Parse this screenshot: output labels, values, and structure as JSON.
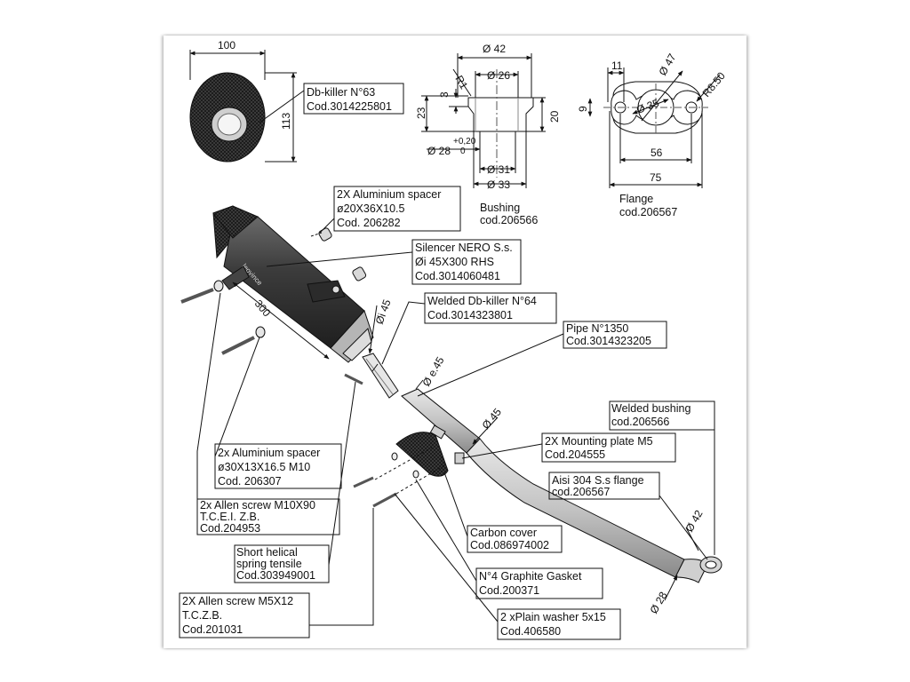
{
  "dims": {
    "dbk_width": "100",
    "dbk_height": "113",
    "bush_d42": "Ø 42",
    "bush_d26": "Ø 26",
    "bush_r1": "R1",
    "bush_3": "3",
    "bush_23": "23",
    "bush_20": "20",
    "bush_tol": "+0,20",
    "bush_tol0": "0",
    "bush_d28": "Ø 28",
    "bush_d31": "Ø 31",
    "bush_d33": "Ø 33",
    "fl_11": "11",
    "fl_d47": "Ø 47",
    "fl_9": "9",
    "fl_d35": "Ø 35",
    "fl_r850": "R8.50",
    "fl_56": "56",
    "fl_75": "75",
    "sil_300": "300",
    "di45": "Øi 45",
    "de45": "Ø e.45",
    "d45": "Ø 45",
    "d42": "Ø 42",
    "d28": "Ø 28"
  },
  "labels": {
    "dbk63": [
      "Db-killer N°63",
      "Cod.3014225801"
    ],
    "bushing": [
      "Bushing",
      "cod.206566"
    ],
    "flange": [
      "Flange",
      "cod.206567"
    ],
    "spacer1": [
      "2X Aluminium spacer",
      "ø20X36X10.5",
      "Cod. 206282"
    ],
    "silencer": [
      "Silencer NERO S.s.",
      "Øi 45X300 RHS",
      "Cod.3014060481"
    ],
    "dbk64": [
      "Welded Db-killer N°64",
      "Cod.3014323801"
    ],
    "pipe": [
      "Pipe N°1350",
      "Cod.3014323205"
    ],
    "wbushing": [
      "Welded  bushing",
      "cod.206566"
    ],
    "mplate": [
      "2X Mounting plate M5",
      "Cod.204555"
    ],
    "aisi": [
      "Aisi 304 S.s  flange",
      "cod.206567"
    ],
    "spacer2": [
      "2x Aluminium spacer",
      "ø30X13X16.5 M10",
      "Cod. 206307"
    ],
    "allen10": [
      "2x Allen screw M10X90",
      "T.C.E.I. Z.B.",
      "Cod.204953"
    ],
    "spring": [
      "Short helical",
      "spring tensile",
      "Cod.303949001"
    ],
    "carbon": [
      "Carbon cover",
      "Cod.086974002"
    ],
    "gasket": [
      "N°4 Graphite Gasket",
      "Cod.200371"
    ],
    "allen5": [
      "2X Allen screw M5X12",
      "T.C.Z.B.",
      "Cod.201031"
    ],
    "washer": [
      "2 xPlain washer 5x15",
      "Cod.406580"
    ]
  }
}
